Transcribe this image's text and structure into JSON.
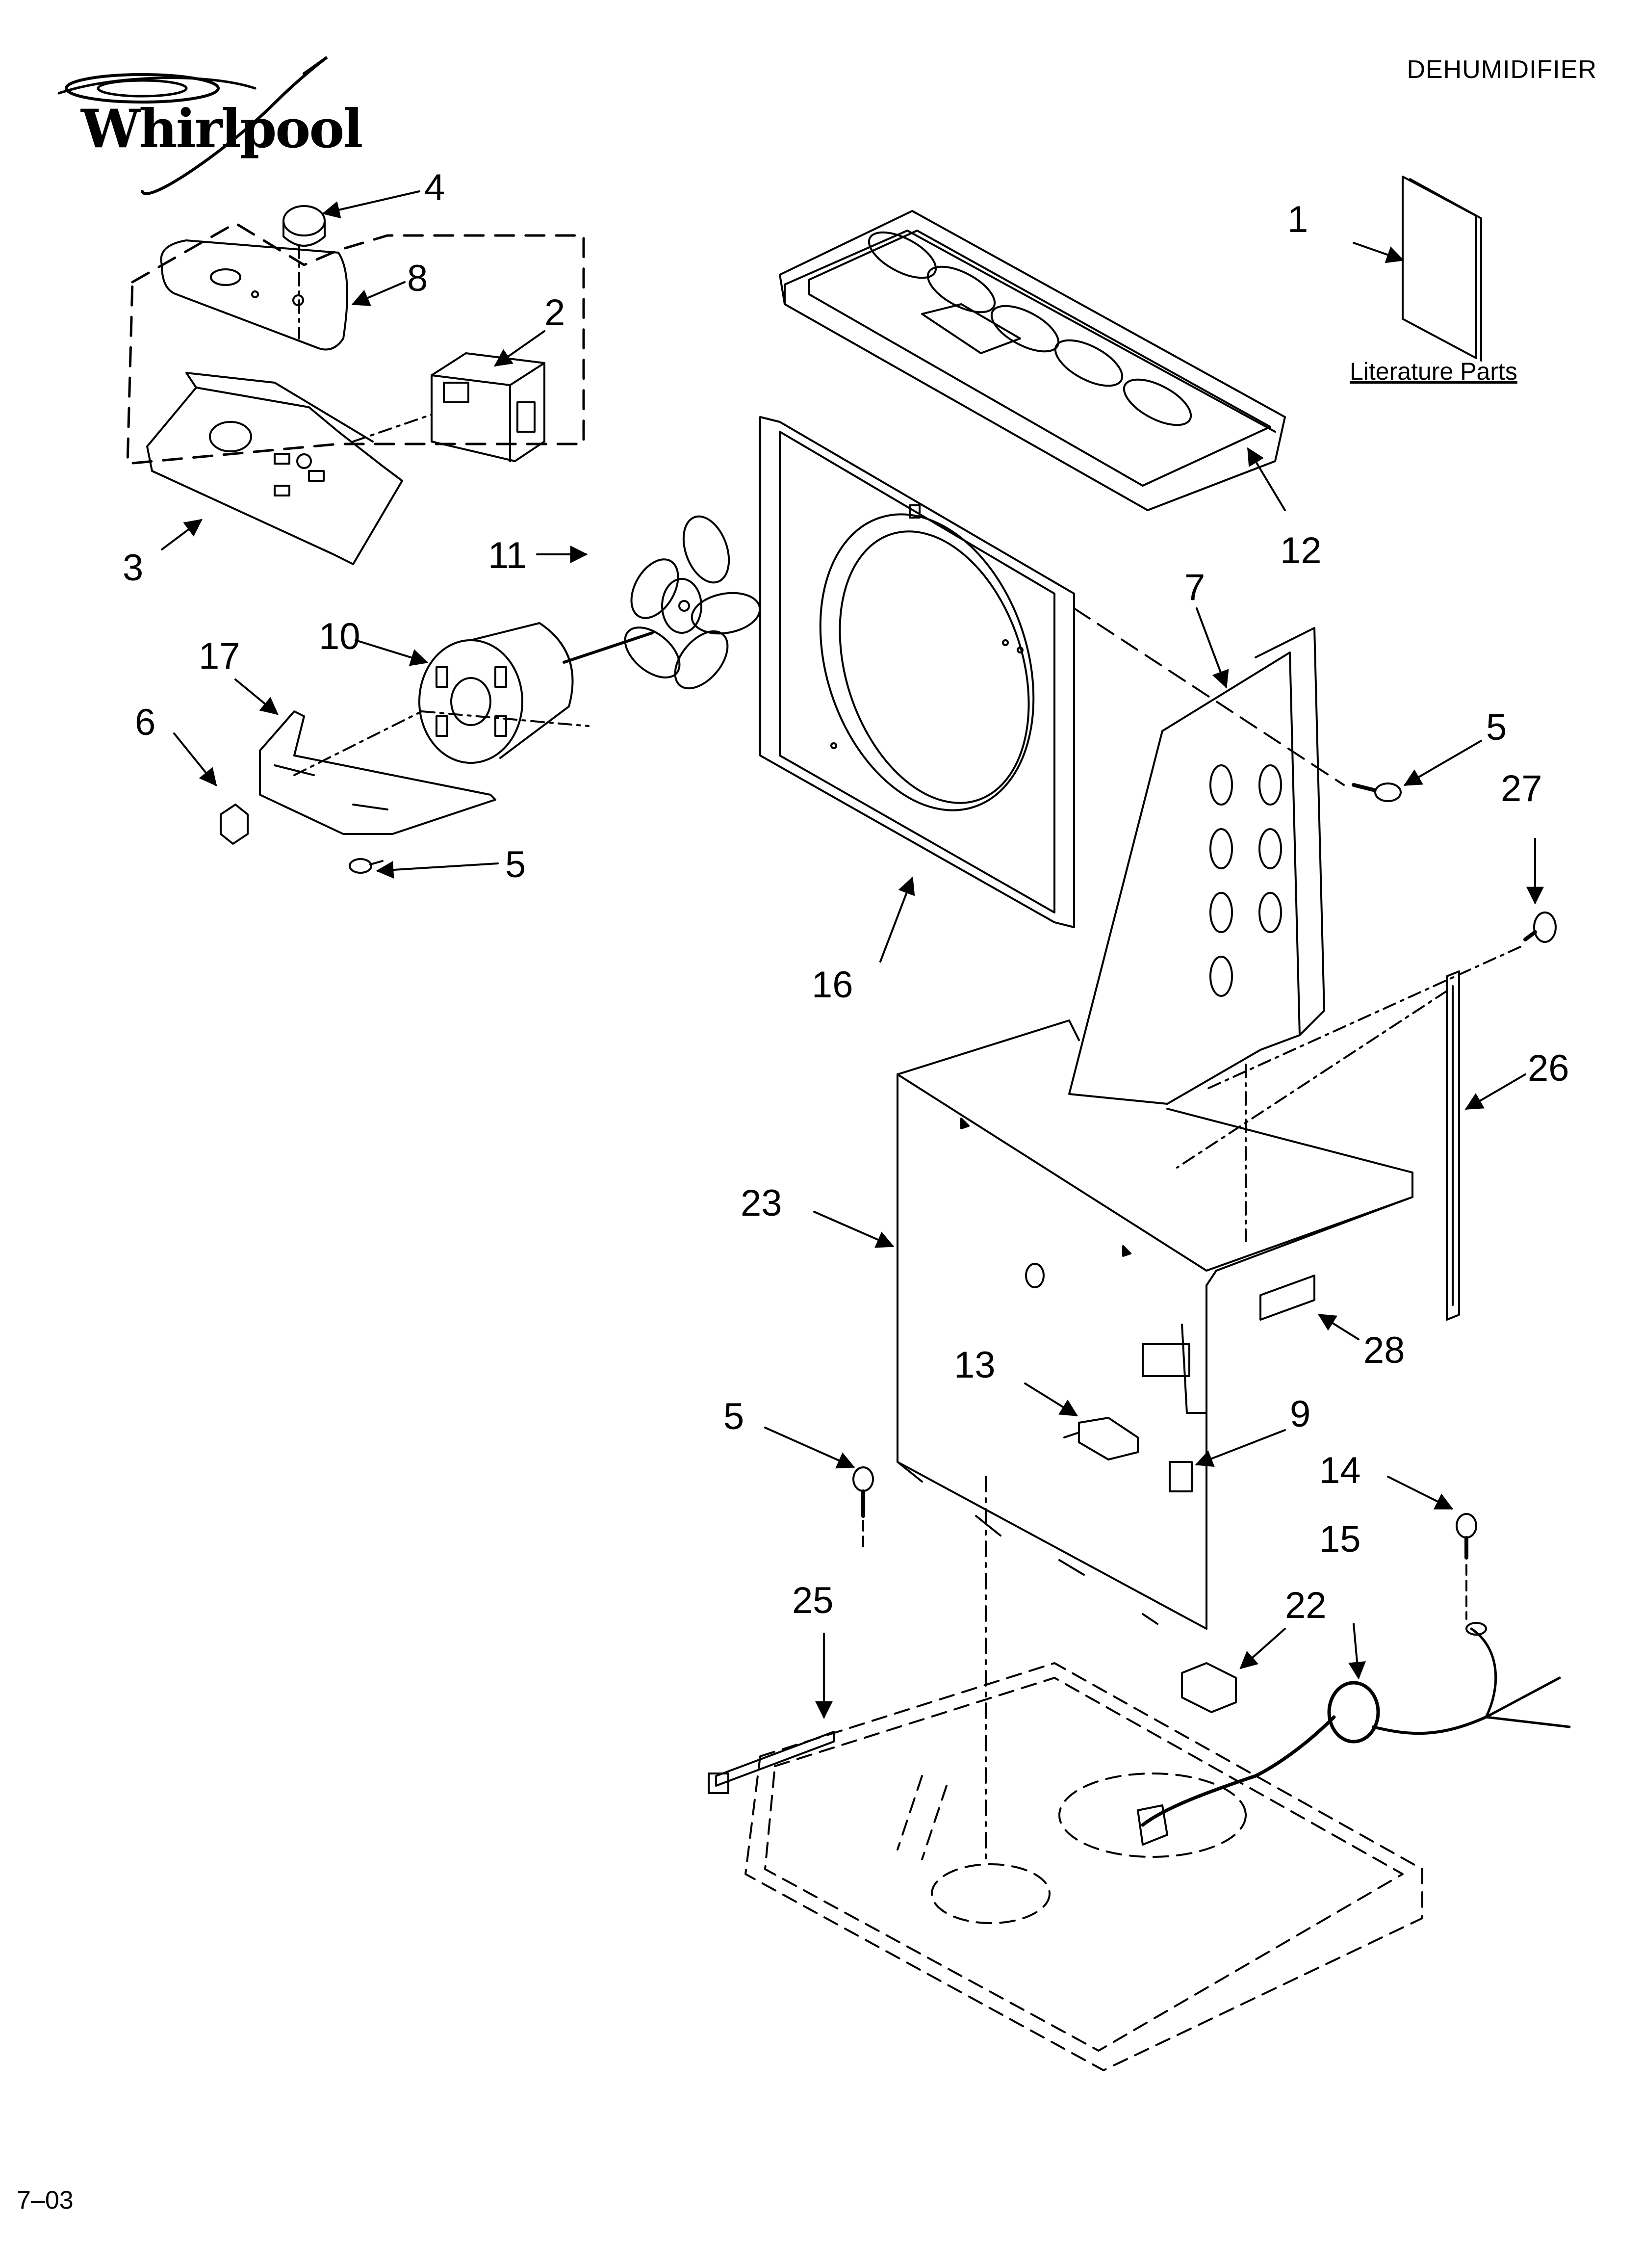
{
  "brand": {
    "logo_text": "Whirlpool"
  },
  "header": {
    "title": "DEHUMIDIFIER"
  },
  "footer": {
    "page_code": "7–03"
  },
  "literature": {
    "caption": "Literature Parts"
  },
  "callouts": [
    {
      "id": "c1",
      "label": "1"
    },
    {
      "id": "c2",
      "label": "2"
    },
    {
      "id": "c3",
      "label": "3"
    },
    {
      "id": "c4",
      "label": "4"
    },
    {
      "id": "c5a",
      "label": "5"
    },
    {
      "id": "c5b",
      "label": "5"
    },
    {
      "id": "c5c",
      "label": "5"
    },
    {
      "id": "c6",
      "label": "6"
    },
    {
      "id": "c7",
      "label": "7"
    },
    {
      "id": "c8",
      "label": "8"
    },
    {
      "id": "c9",
      "label": "9"
    },
    {
      "id": "c10",
      "label": "10"
    },
    {
      "id": "c11",
      "label": "11"
    },
    {
      "id": "c12",
      "label": "12"
    },
    {
      "id": "c13",
      "label": "13"
    },
    {
      "id": "c14",
      "label": "14"
    },
    {
      "id": "c15",
      "label": "15"
    },
    {
      "id": "c16",
      "label": "16"
    },
    {
      "id": "c17",
      "label": "17"
    },
    {
      "id": "c22",
      "label": "22"
    },
    {
      "id": "c23",
      "label": "23"
    },
    {
      "id": "c25",
      "label": "25"
    },
    {
      "id": "c26",
      "label": "26"
    },
    {
      "id": "c27",
      "label": "27"
    },
    {
      "id": "c28",
      "label": "28"
    }
  ]
}
